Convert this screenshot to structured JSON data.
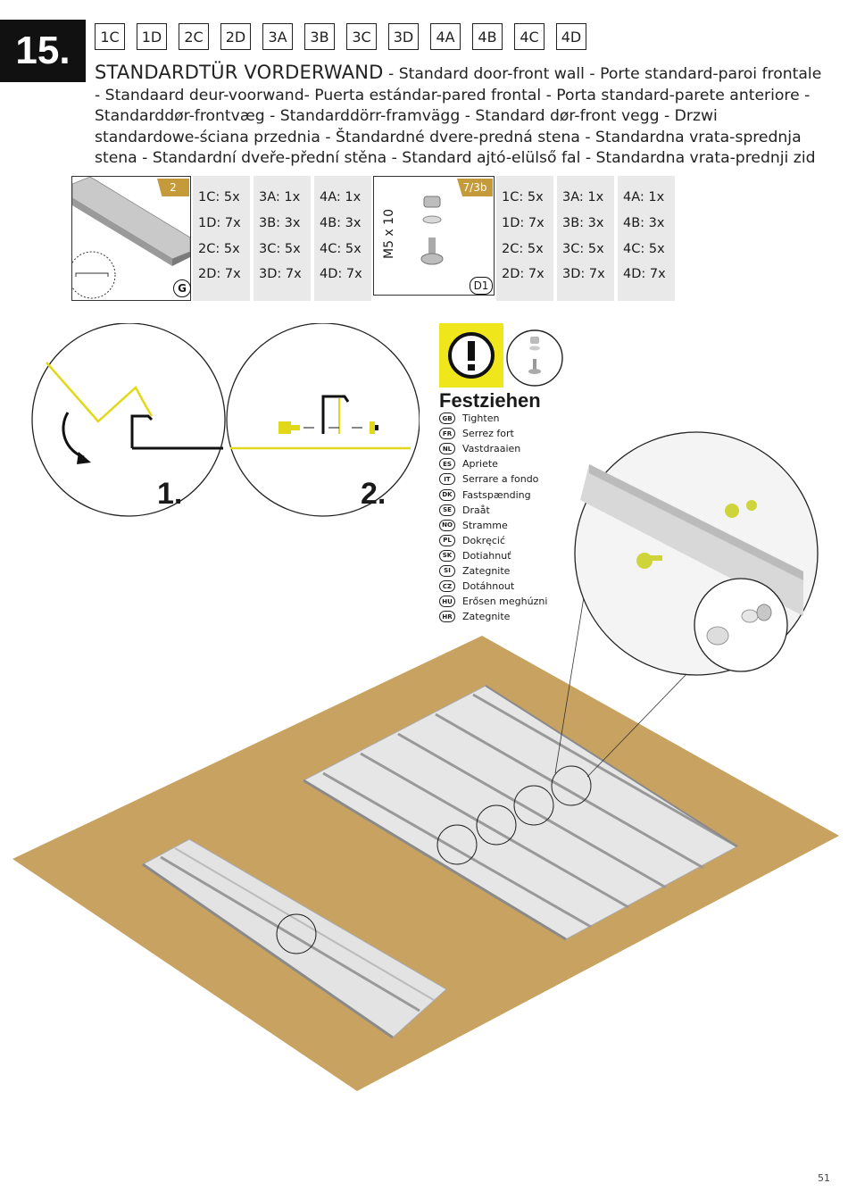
{
  "step": {
    "number": "15."
  },
  "variants": [
    "1C",
    "1D",
    "2C",
    "2D",
    "3A",
    "3B",
    "3C",
    "3D",
    "4A",
    "4B",
    "4C",
    "4D"
  ],
  "title": {
    "main": "STANDARDTÜR VORDERWAND",
    "translations": " - Standard door-front wall - Porte standard-paroi frontale - Standaard deur-voorwand- Puerta estándar-pared frontal - Porta standard-parete anteriore - Standarddør-frontvæg - Standarddörr-framvägg - Standard dør-front vegg - Drzwi standardowe-ściana przednia - Štandardné dvere-predná stena - Standardna vrata-sprednja stena - Standardní dveře-přední stěna - Standard ajtó-elülső fal - Standardna vrata-prednji zid"
  },
  "parts": [
    {
      "tag": "2",
      "label": "G",
      "quantities": [
        [
          "1C:  5x",
          "1D:  7x",
          "2C:  5x",
          "2D:  7x"
        ],
        [
          "3A:  1x",
          "3B:  3x",
          "3C:  5x",
          "3D:  7x"
        ],
        [
          "4A:  1x",
          "4B:  3x",
          "4C:  5x",
          "4D:  7x"
        ]
      ]
    },
    {
      "tag": "7/3b",
      "label": "D1",
      "size_label": "M5 x 10",
      "quantities": [
        [
          "1C:  5x",
          "1D:  7x",
          "2C:  5x",
          "2D:  7x"
        ],
        [
          "3A:  1x",
          "3B:  3x",
          "3C:  5x",
          "3D:  7x"
        ],
        [
          "4A:  1x",
          "4B:  3x",
          "4C:  5x",
          "4D:  7x"
        ]
      ]
    }
  ],
  "details": [
    {
      "number": "1."
    },
    {
      "number": "2."
    }
  ],
  "warning": {
    "title": "Festziehen",
    "translations": [
      {
        "code": "GB",
        "text": "Tighten"
      },
      {
        "code": "FR",
        "text": "Serrez fort"
      },
      {
        "code": "NL",
        "text": "Vastdraaien"
      },
      {
        "code": "ES",
        "text": "Apriete"
      },
      {
        "code": "IT",
        "text": "Serrare a fondo"
      },
      {
        "code": "DK",
        "text": "Fastspænding"
      },
      {
        "code": "SE",
        "text": "Draåt"
      },
      {
        "code": "NO",
        "text": "Stramme"
      },
      {
        "code": "PL",
        "text": "Dokręcić"
      },
      {
        "code": "SK",
        "text": "Dotiahnuť"
      },
      {
        "code": "SI",
        "text": "Zategnite"
      },
      {
        "code": "CZ",
        "text": "Dotáhnout"
      },
      {
        "code": "HU",
        "text": "Erősen meghúzni"
      },
      {
        "code": "HR",
        "text": "Zategnite"
      }
    ]
  },
  "colors": {
    "accent_yellow": "#f0e61c",
    "floor": "#c8a261",
    "part_tag": "#c59a3a"
  },
  "page_number": "51"
}
